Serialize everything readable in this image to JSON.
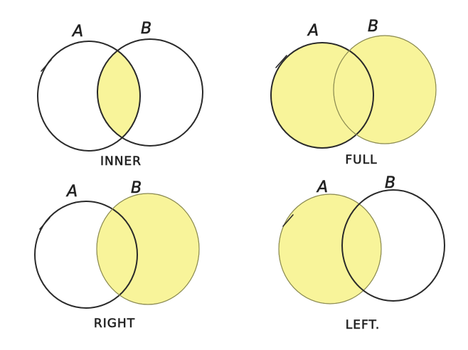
{
  "colors": {
    "highlight": "#f8f49a",
    "highlight_edge": "#d9d245",
    "ink": "#2a2a2a",
    "background": "#ffffff"
  },
  "panels": [
    {
      "id": "inner",
      "set_a_label": "A",
      "set_b_label": "B",
      "caption": "INNER",
      "shaded": "intersection"
    },
    {
      "id": "full",
      "set_a_label": "A",
      "set_b_label": "B",
      "caption": "FULL",
      "shaded": "union"
    },
    {
      "id": "right",
      "set_a_label": "A",
      "set_b_label": "B",
      "caption": "RIGHT",
      "shaded": "set-b"
    },
    {
      "id": "left",
      "set_a_label": "A",
      "set_b_label": "B",
      "caption": "LEFT.",
      "shaded": "set-a"
    }
  ]
}
